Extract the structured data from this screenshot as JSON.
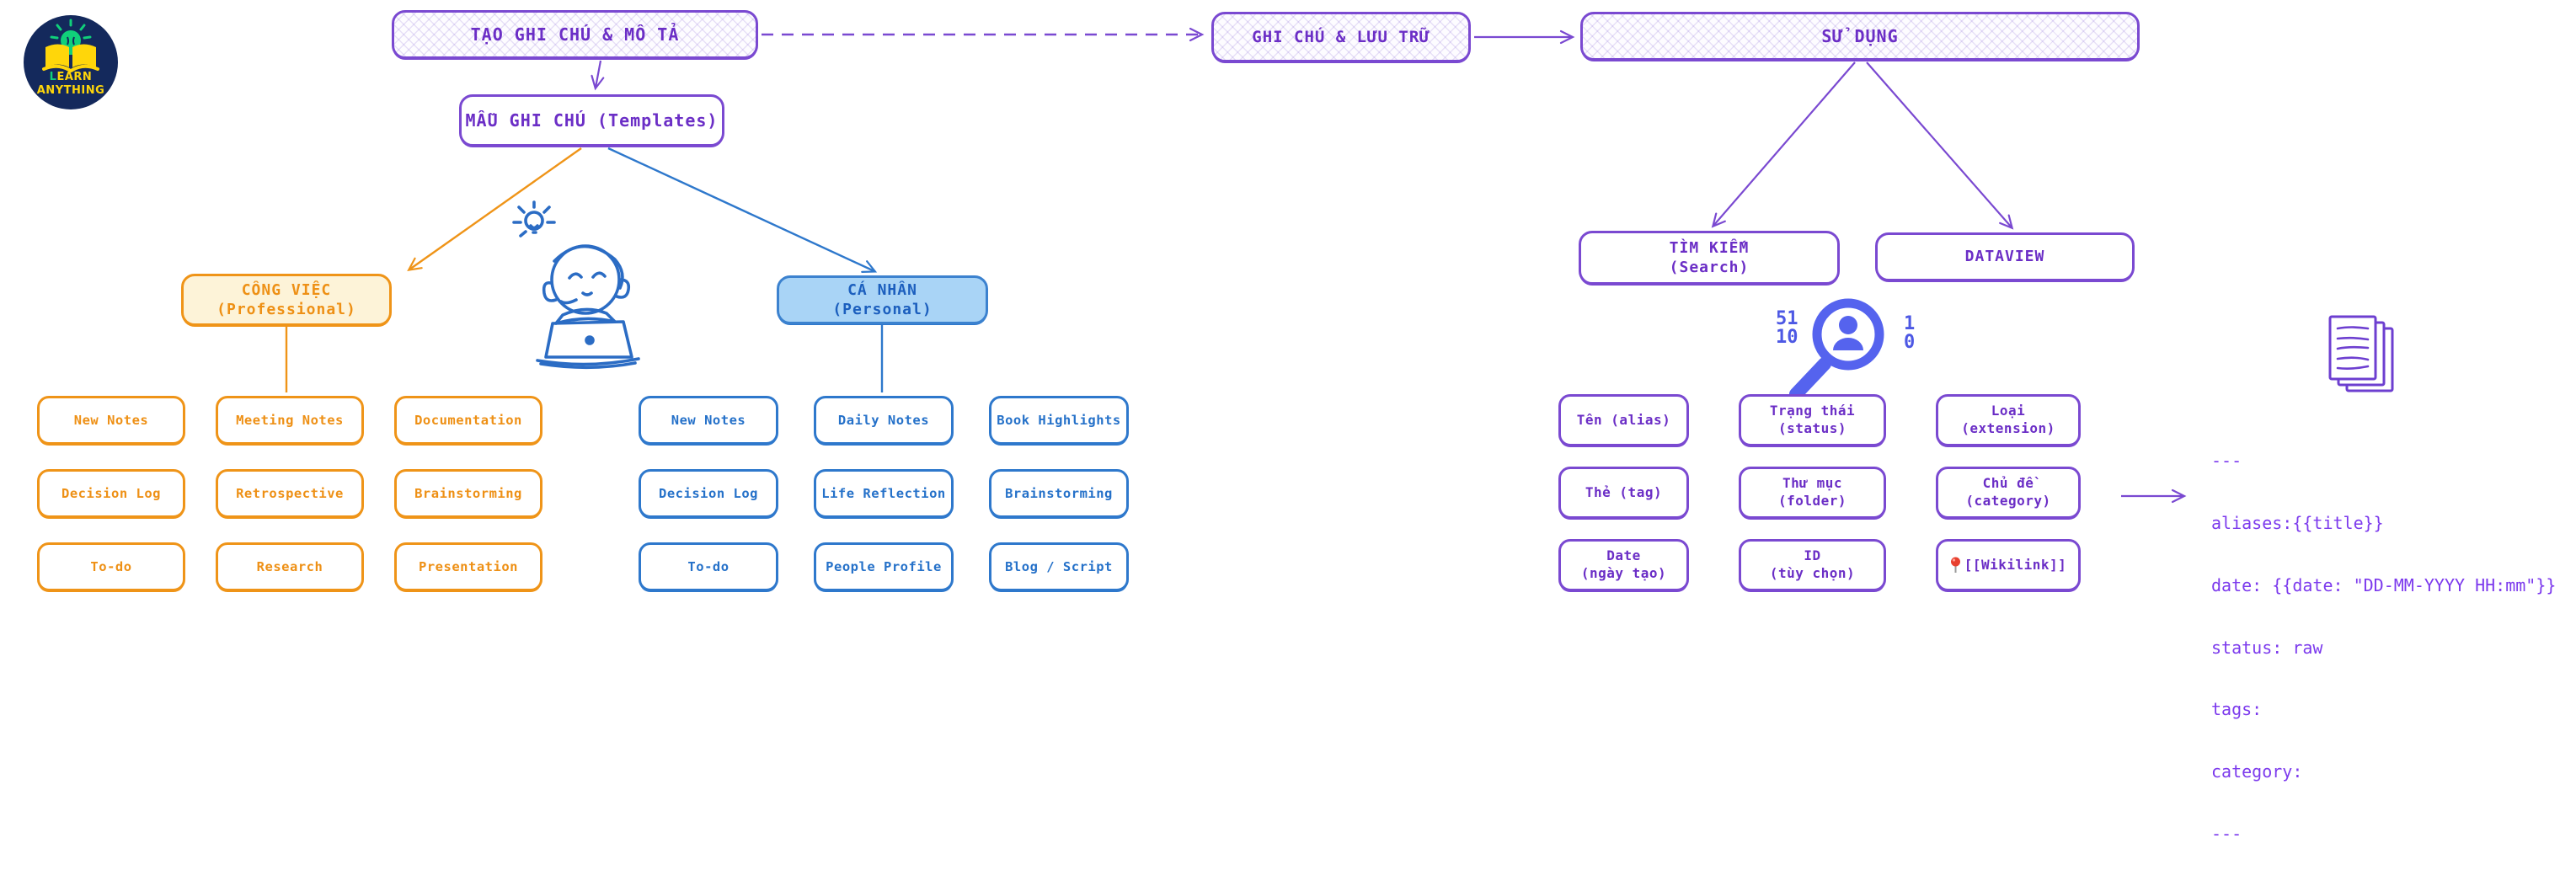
{
  "logo": {
    "line1": "LEARN",
    "line2": "ANYTHING"
  },
  "flow": {
    "create": "TẠO GHI CHÚ & MÔ TẢ",
    "store": "GHI CHÚ & LƯU TRỮ",
    "use": "SỬ DỤNG",
    "templates": "MẪU GHI CHÚ (Templates)"
  },
  "professional": {
    "title1": "CÔNG VIỆC",
    "title2": "(Professional)",
    "items": [
      "New Notes",
      "Meeting Notes",
      "Documentation",
      "Decision Log",
      "Retrospective",
      "Brainstorming",
      "To-do",
      "Research",
      "Presentation"
    ]
  },
  "personal": {
    "title1": "CÁ NHÂN",
    "title2": "(Personal)",
    "items": [
      "New Notes",
      "Daily Notes",
      "Book Highlights",
      "Decision Log",
      "Life Reflection",
      "Brainstorming",
      "To-do",
      "People Profile",
      "Blog / Script"
    ]
  },
  "usage": {
    "search1": "TÌM KIẾM",
    "search2": "(Search)",
    "dataview": "DATAVIEW",
    "binary": {
      "left_top": "51",
      "left_bottom": "10",
      "right_top": "1",
      "right_bottom": "0"
    },
    "fields": [
      {
        "line1": "Tên (alias)",
        "line2": ""
      },
      {
        "line1": "Trạng thái",
        "line2": "(status)"
      },
      {
        "line1": "Loại",
        "line2": "(extension)"
      },
      {
        "line1": "Thẻ (tag)",
        "line2": ""
      },
      {
        "line1": "Thư mục",
        "line2": "(folder)"
      },
      {
        "line1": "Chủ đề",
        "line2": "(category)"
      },
      {
        "line1": "Date",
        "line2": "(ngày tạo)"
      },
      {
        "line1": "ID",
        "line2": "(tùy chọn)"
      },
      {
        "line1": "[[Wikilink]]",
        "line2": ""
      }
    ]
  },
  "frontmatter": {
    "lines": [
      "---",
      "aliases:{{title}}",
      "date: {{date: \"DD-MM-YYYY HH:mm\"}}",
      "status: raw",
      "tags:",
      "category:",
      "---"
    ]
  },
  "colors": {
    "purple": "#7a49d1",
    "purple_text": "#6b2ec6",
    "orange": "#ef9418",
    "orange_fill": "#fdf3d8",
    "blue": "#2e78cc",
    "blue_fill": "#a9d4f6",
    "indigo": "#4d58e4",
    "code_purple": "#7c3aed",
    "logo_navy": "#14295c",
    "logo_yellow": "#ffd60a",
    "logo_green": "#10d07a",
    "pin_red": "#e8402f"
  }
}
